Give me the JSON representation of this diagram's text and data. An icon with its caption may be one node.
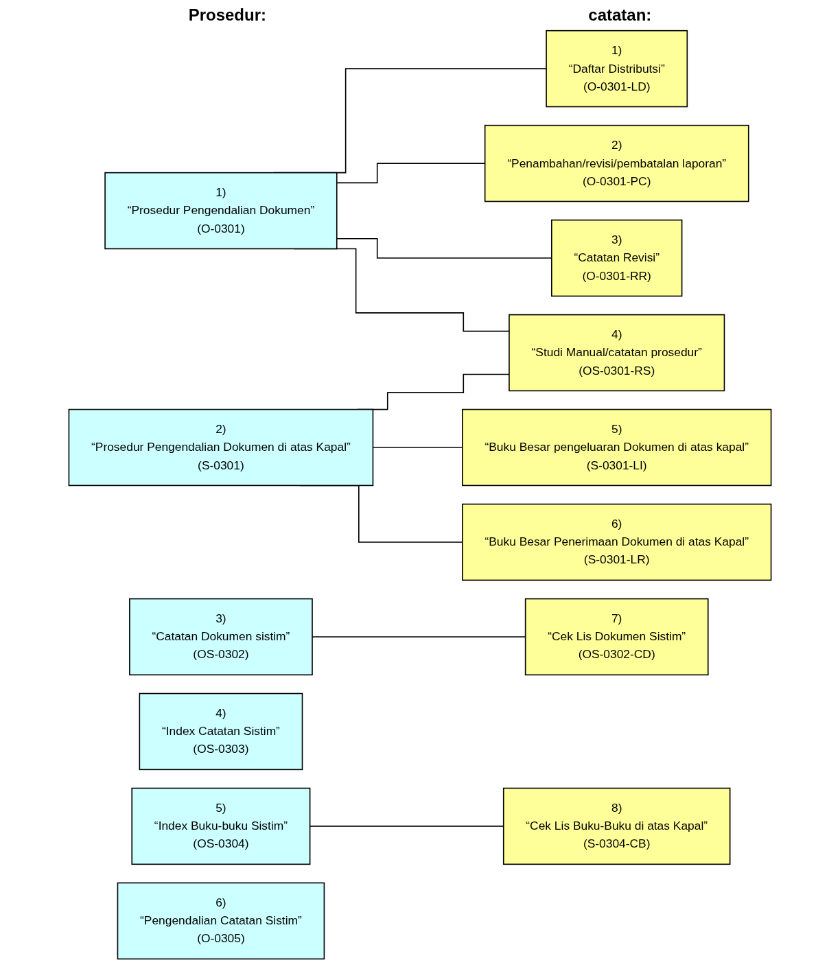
{
  "diagram": {
    "nodes": [
      {
        "text": [
          "1)",
          "“Prosedur Pengendalian Dokumen”",
          "(O-0301)"
        ]
      },
      {
        "text": [
          "2)",
          "“Prosedur Pengendalian Dokumen di atas Kapal”",
          "(S-0301)"
        ]
      },
      {
        "text": [
          "3)",
          "“Catatan Dokumen sistim”",
          "(OS-0302)"
        ]
      },
      {
        "text": [
          "4)",
          "“Index Catatan Sistim”",
          "(OS-0303)"
        ]
      },
      {
        "text": [
          "5)",
          "“Index Buku-buku Sistim”",
          "(OS-0304)"
        ]
      },
      {
        "text": [
          "6)",
          "“Pengendalian Catatan Sistim”",
          "(O-0305)"
        ]
      },
      {
        "text": [
          "1)",
          "“Daftar Distributsi”",
          "(O-0301-LD)"
        ]
      },
      {
        "text": [
          "2)",
          "“Penambahan/revisi/pembatalan laporan”",
          "(O-0301-PC)"
        ]
      },
      {
        "text": [
          "3)",
          "“Catatan Revisi”",
          "(O-0301-RR)"
        ]
      },
      {
        "text": [
          "4)",
          "“Studi Manual/catatan prosedur”",
          "(OS-0301-RS)"
        ]
      },
      {
        "text": [
          "5)",
          "“Buku Besar pengeluaran Dokumen di atas kapal”",
          "(S-0301-LI)"
        ]
      },
      {
        "text": [
          "6)",
          "“Buku Besar Penerimaan Dokumen di atas Kapal”",
          "(S-0301-LR)"
        ]
      },
      {
        "text": [
          "7)",
          "“Cek Lis Dokumen Sistim”",
          "(OS-0302-CD)"
        ]
      },
      {
        "text": [
          "8)",
          "“Cek Lis Buku-Buku di atas Kapal”",
          "(S-0304-CB)"
        ]
      }
    ],
    "edges": [
      {
        "from": 0,
        "to": 6,
        "arrow": "none"
      },
      {
        "from": 0,
        "to": 7,
        "arrow": "none"
      },
      {
        "from": 0,
        "to": 8,
        "arrow": "none"
      },
      {
        "from": 0,
        "to": 9,
        "arrow": "none"
      },
      {
        "from": 1,
        "to": 9,
        "arrow": "none"
      },
      {
        "from": 1,
        "to": 10,
        "arrow": "none"
      },
      {
        "from": 1,
        "to": 11,
        "arrow": "none"
      },
      {
        "from": 2,
        "to": 12,
        "arrow": "none"
      },
      {
        "from": 4,
        "to": 13,
        "arrow": "none"
      }
    ],
    "labels": [
      "Prosedur:",
      "catatan:"
    ]
  }
}
